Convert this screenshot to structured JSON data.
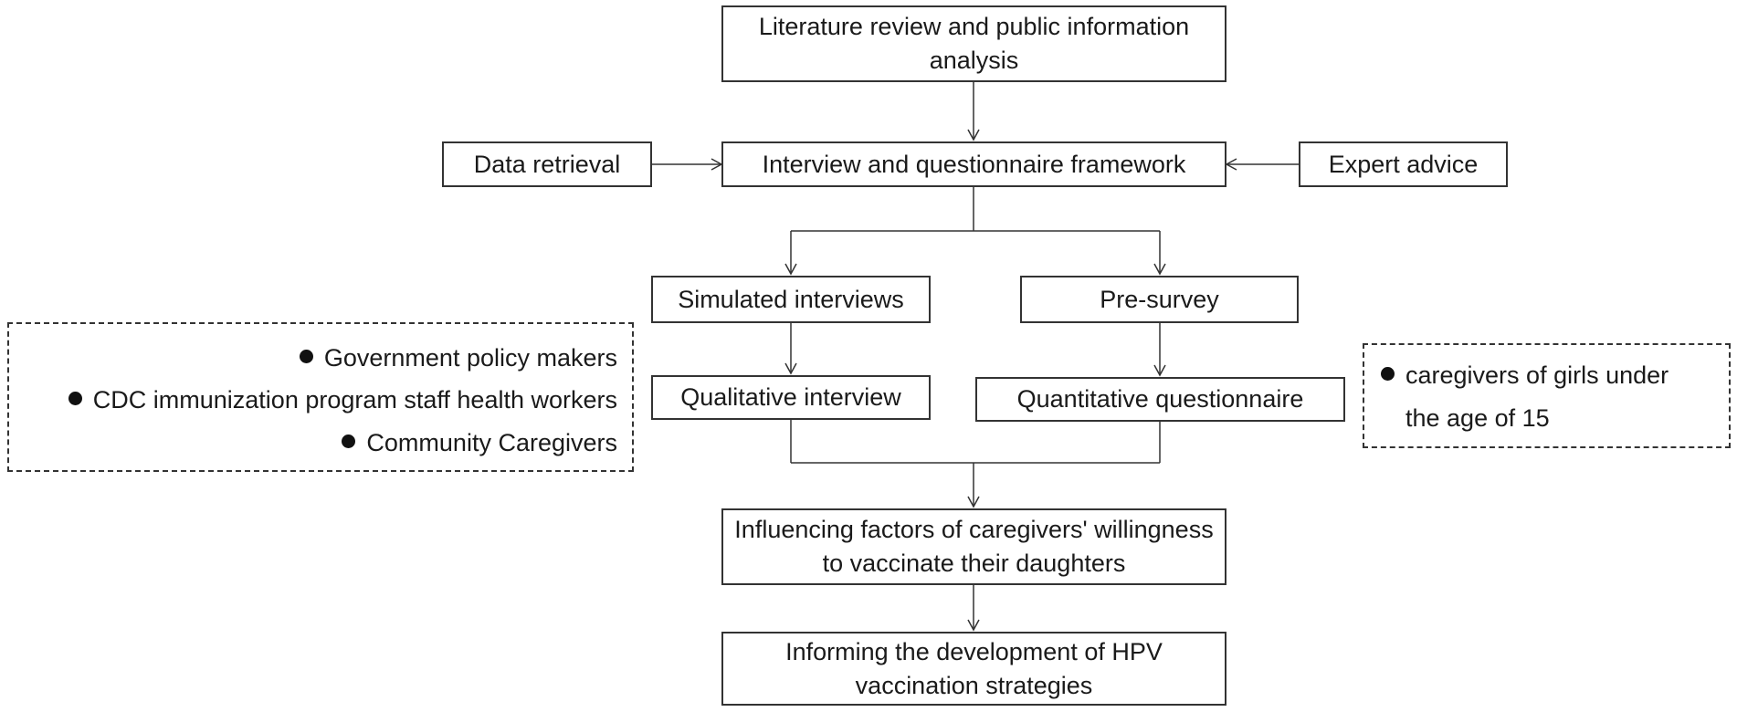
{
  "nodes": {
    "literature_review": "Literature review and public information analysis",
    "data_retrieval": "Data retrieval",
    "framework": "Interview and questionnaire framework",
    "expert_advice": "Expert advice",
    "simulated_interviews": "Simulated interviews",
    "pre_survey": "Pre-survey",
    "qualitative_interview": "Qualitative interview",
    "quantitative_questionnaire": "Quantitative questionnaire",
    "influencing_factors": "Influencing factors of caregivers' willingness to vaccinate their daughters",
    "informing_strategies": "Informing the development of HPV vaccination strategies"
  },
  "interview_participants": [
    "Government policy makers",
    "CDC immunization program staff health workers",
    "Community Caregivers"
  ],
  "questionnaire_participants": {
    "line1": "caregivers of girls under",
    "line2": "the age of 15"
  }
}
